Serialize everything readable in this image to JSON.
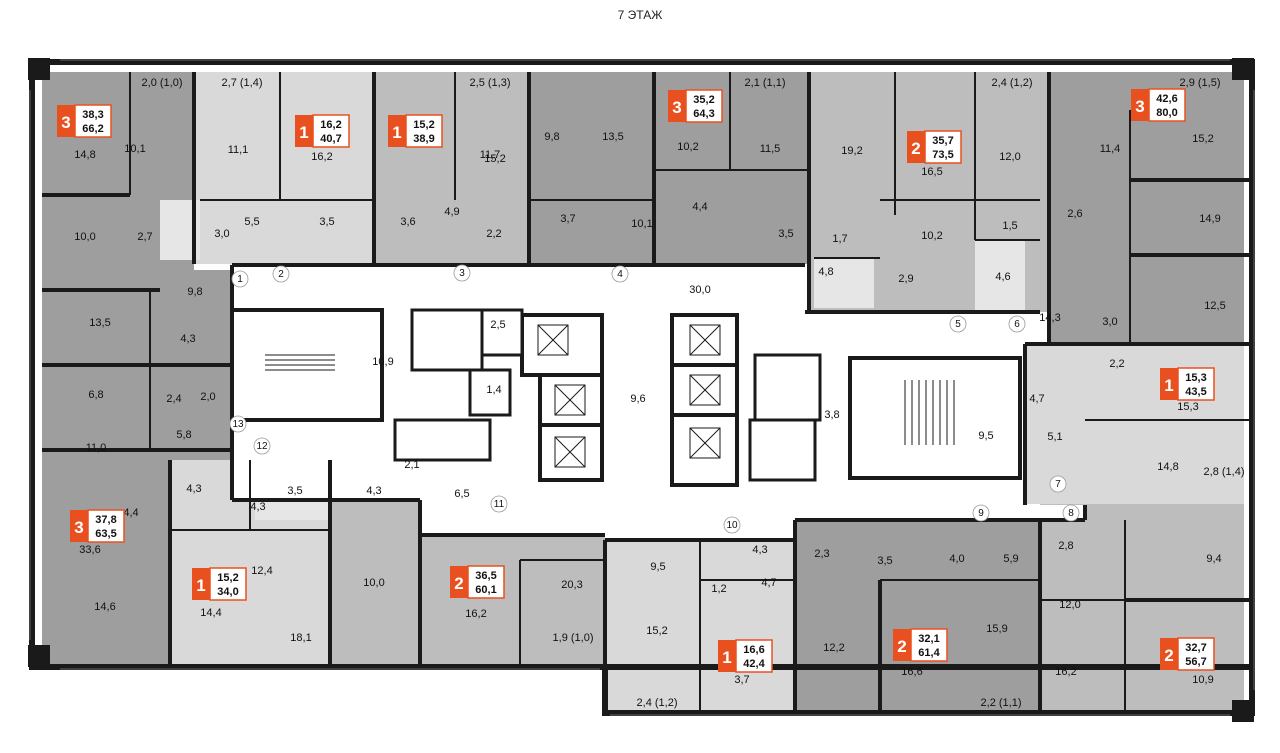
{
  "floor_title": "7 ЭТАЖ",
  "colors": {
    "wall": "#1a1a1a",
    "dark": "#9e9e9e",
    "mid": "#bdbdbd",
    "light": "#d9d9d9",
    "corridor": "#ffffff",
    "accent": "#e8511f"
  },
  "apartments": [
    {
      "id": "a1",
      "rooms": "3",
      "living": "38,3",
      "total": "66,2"
    },
    {
      "id": "a2",
      "rooms": "1",
      "living": "16,2",
      "total": "40,7"
    },
    {
      "id": "a3",
      "rooms": "1",
      "living": "15,2",
      "total": "38,9"
    },
    {
      "id": "a4",
      "rooms": "3",
      "living": "35,2",
      "total": "64,3"
    },
    {
      "id": "a5",
      "rooms": "2",
      "living": "35,7",
      "total": "73,5"
    },
    {
      "id": "a6",
      "rooms": "3",
      "living": "42,6",
      "total": "80,0"
    },
    {
      "id": "a7",
      "rooms": "1",
      "living": "15,3",
      "total": "43,5"
    },
    {
      "id": "a8",
      "rooms": "3",
      "living": "37,8",
      "total": "63,5"
    },
    {
      "id": "a9",
      "rooms": "1",
      "living": "15,2",
      "total": "34,0"
    },
    {
      "id": "a10",
      "rooms": "2",
      "living": "36,5",
      "total": "60,1"
    },
    {
      "id": "a11",
      "rooms": "1",
      "living": "16,6",
      "total": "42,4"
    },
    {
      "id": "a12",
      "rooms": "2",
      "living": "32,1",
      "total": "61,4"
    },
    {
      "id": "a13",
      "rooms": "2",
      "living": "32,7",
      "total": "56,7"
    }
  ],
  "room_areas": [
    "2,0 (1,0)",
    "2,7 (1,4)",
    "2,5 (1,3)",
    "2,1 (1,1)",
    "2,4 (1,2)",
    "2,9 (1,5)",
    "14,8",
    "10,1",
    "11,1",
    "16,2",
    "15,2",
    "11,7",
    "9,8",
    "13,5",
    "10,2",
    "11,5",
    "19,2",
    "16,5",
    "12,0",
    "11,4",
    "15,2",
    "10,0",
    "2,7",
    "3,0",
    "5,5",
    "3,5",
    "3,6",
    "4,9",
    "2,2",
    "3,7",
    "10,1",
    "4,4",
    "3,5",
    "1,7",
    "10,2",
    "1,5",
    "2,6",
    "14,9",
    "9,8",
    "13,5",
    "4,3",
    "30,0",
    "4,8",
    "2,9",
    "4,6",
    "14,3",
    "3,0",
    "12,5",
    "2,5",
    "10,9",
    "1,4",
    "9,6",
    "3,8",
    "9,5",
    "6,8",
    "2,4",
    "2,0",
    "2,2",
    "4,7",
    "15,3",
    "5,8",
    "11,0",
    "3,5",
    "4,3",
    "2,1",
    "6,5",
    "4,3",
    "4,3",
    "5,1",
    "14,8",
    "2,8 (1,4)",
    "4,4",
    "33,6",
    "12,4",
    "10,0",
    "16,2",
    "20,3",
    "9,5",
    "4,3",
    "1,2",
    "4,7",
    "2,3",
    "3,5",
    "4,0",
    "5,9",
    "2,8",
    "9,4",
    "14,6",
    "14,4",
    "15,2",
    "12,2",
    "15,9",
    "12,0",
    "3,7",
    "16,6",
    "16,2",
    "10,9",
    "18,1",
    "1,9 (1,0)",
    "2,4 (1,2)",
    "2,2 (1,1)",
    "2,1 (1,1)"
  ],
  "door_numbers": [
    "1",
    "2",
    "3",
    "4",
    "5",
    "6",
    "7",
    "8",
    "9",
    "10",
    "11",
    "12",
    "13"
  ]
}
